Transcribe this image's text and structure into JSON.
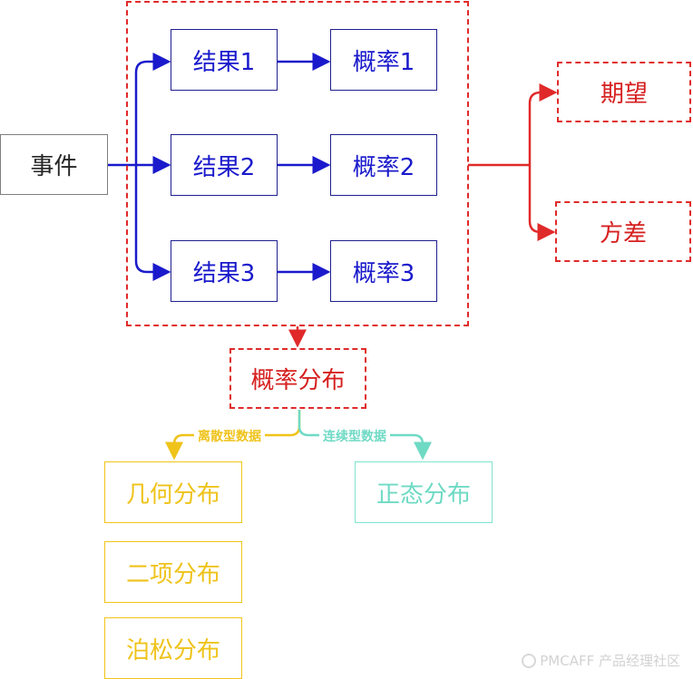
{
  "nodes": {
    "event": "事件",
    "result1": "结果1",
    "result2": "结果2",
    "result3": "结果3",
    "prob1": "概率1",
    "prob2": "概率2",
    "prob3": "概率3",
    "expectation": "期望",
    "variance": "方差",
    "distribution": "概率分布",
    "geometric": "几何分布",
    "binomial": "二项分布",
    "poisson": "泊松分布",
    "normal": "正态分布"
  },
  "edge_labels": {
    "discrete": "离散型数据",
    "continuous": "连续型数据"
  },
  "colors": {
    "blue": "#1a1acc",
    "red": "#e02a2a",
    "gold": "#efc31a",
    "teal": "#6fdac4",
    "gray": "#7f7f7f"
  },
  "watermark": "PMCAFF 产品经理社区"
}
